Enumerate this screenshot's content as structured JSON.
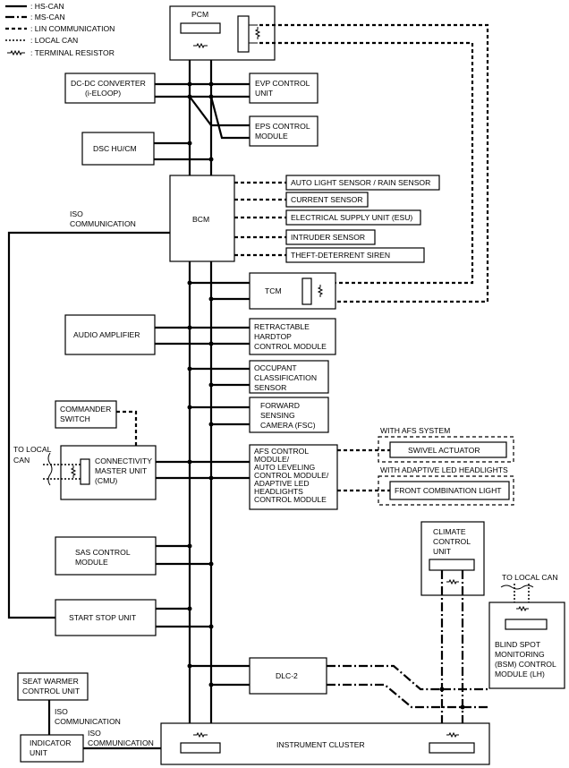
{
  "legend": {
    "hs_can": ": HS-CAN",
    "ms_can": ": MS-CAN",
    "lin": ": LIN COMMUNICATION",
    "local_can": ": LOCAL CAN",
    "resistor": ": TERMINAL RESISTOR"
  },
  "modules": {
    "pcm": "PCM",
    "dcdc": [
      "DC-DC CONVERTER",
      "(i-ELOOP)"
    ],
    "evp": [
      "EVP CONTROL",
      "UNIT"
    ],
    "eps": [
      "EPS CONTROL",
      "MODULE"
    ],
    "dsc": "DSC HU/CM",
    "bcm": "BCM",
    "auto_light": "AUTO LIGHT SENSOR / RAIN SENSOR",
    "current_sensor": "CURRENT SENSOR",
    "esu": "ELECTRICAL SUPPLY UNIT (ESU)",
    "intruder": "INTRUDER SENSOR",
    "siren": "THEFT-DETERRENT SIREN",
    "tcm": "TCM",
    "audio": "AUDIO AMPLIFIER",
    "hardtop": [
      "RETRACTABLE",
      "HARDTOP",
      "CONTROL MODULE"
    ],
    "occupant": [
      "OCCUPANT",
      "CLASSIFICATION",
      "SENSOR"
    ],
    "fsc": [
      "FORWARD",
      "SENSING",
      "CAMERA (FSC)"
    ],
    "commander": [
      "COMMANDER",
      "SWITCH"
    ],
    "cmu": [
      "CONNECTIVITY",
      "MASTER UNIT",
      "(CMU)"
    ],
    "afs": [
      "AFS CONTROL",
      "MODULE/",
      "AUTO LEVELING",
      "CONTROL MODULE/",
      "ADAPTIVE LED",
      "HEADLIGHTS",
      "CONTROL MODULE"
    ],
    "swivel": "SWIVEL ACTUATOR",
    "front_comb": "FRONT COMBINATION LIGHT",
    "sas": [
      "SAS CONTROL",
      "MODULE"
    ],
    "start_stop": "START STOP UNIT",
    "climate": [
      "CLIMATE",
      "CONTROL",
      "UNIT"
    ],
    "bsm": [
      "BLIND SPOT",
      "MONITORING",
      "(BSM) CONTROL",
      "MODULE (LH)"
    ],
    "dlc": "DLC-2",
    "seat_warmer": [
      "SEAT WARMER",
      "CONTROL UNIT"
    ],
    "indicator": [
      "INDICATOR",
      "UNIT"
    ],
    "cluster": "INSTRUMENT CLUSTER"
  },
  "labels": {
    "iso_top": [
      "ISO",
      "COMMUNICATION"
    ],
    "iso_mid": [
      "ISO",
      "COMMUNICATION"
    ],
    "iso_bottom": [
      "ISO",
      "COMMUNICATION"
    ],
    "to_local_can_left": [
      "TO LOCAL",
      "CAN"
    ],
    "to_local_can_right": "TO LOCAL CAN",
    "with_afs": "WITH AFS SYSTEM",
    "with_led": "WITH ADAPTIVE LED HEADLIGHTS"
  }
}
